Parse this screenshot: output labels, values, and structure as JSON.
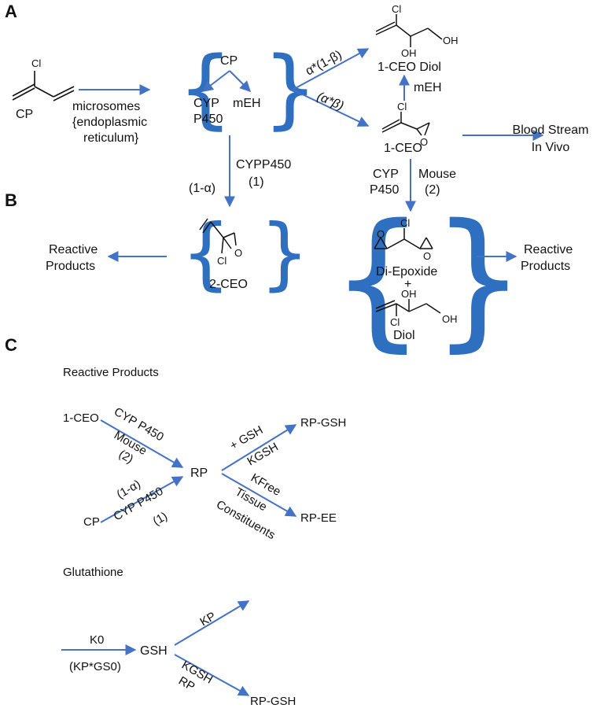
{
  "colors": {
    "arrow": "#4472c4",
    "text": "#111111",
    "bond": "#111111"
  },
  "panel_a": {
    "letter": "A",
    "cp_molecule": {
      "substituent": "Cl",
      "name": "CP"
    },
    "microsomes_label": [
      "microsomes",
      "{endoplasmic",
      "reticulum}"
    ],
    "enzyme_box": {
      "substrate": "CP",
      "cyp": [
        "CYP",
        "P450"
      ],
      "meh": "mEH"
    },
    "branch_diol_label": "α*(1-β)",
    "branch_ceo_label": "(α*β)",
    "ceo_diol": {
      "name": "1-CEO Diol",
      "cl": "Cl",
      "oh1": "OH",
      "oh2": "OH"
    },
    "meh_label": "mEH",
    "ceo": {
      "name": "1-CEO",
      "cl": "Cl",
      "o": "O"
    },
    "blood_stream": [
      "Blood Stream",
      "In Vivo"
    ]
  },
  "panel_b": {
    "letter": "B",
    "left_arrow_label": "(1-α)",
    "cyp_arrow_label": [
      "CYPP450",
      "(1)"
    ],
    "ceo2": {
      "name": "2-CEO",
      "cl": "Cl",
      "o": "O"
    },
    "reactive_left": [
      "Reactive",
      "Products"
    ],
    "cyp_right": [
      "CYP",
      "P450"
    ],
    "mouse_right": [
      "Mouse",
      "(2)"
    ],
    "diepoxide": {
      "name": "Di-Epoxide",
      "plus": "+",
      "cl": "Cl",
      "o1": "O",
      "o2": "O"
    },
    "diol": {
      "name": "Diol",
      "cl": "Cl",
      "oh1": "OH",
      "oh2": "OH"
    },
    "reactive_right": [
      "Reactive",
      "Products"
    ]
  },
  "panel_c": {
    "letter": "C",
    "reactive_title": "Reactive Products",
    "src_ceo": "1-CEO",
    "src_cp": "CP",
    "ceo_arrow": [
      "CYP P450",
      "Mouse",
      "(2)"
    ],
    "cp_arrow": [
      "(1-α)",
      "CYP P450",
      "(1)"
    ],
    "rp": "RP",
    "gsh_arrow": [
      "+ GSH",
      "KGSH"
    ],
    "rp_gsh": "RP-GSH",
    "free_arrow": [
      "KFree",
      "Tissue",
      "Constituents"
    ],
    "rp_ee": "RP-EE",
    "glutathione_title": "Glutathione",
    "k0": "K0",
    "kp_gs0": "(KP*GS0)",
    "gsh": "GSH",
    "kp": "KP",
    "kgsh": "KGSH",
    "rp2": "RP",
    "rp_gsh2": "RP-GSH"
  }
}
